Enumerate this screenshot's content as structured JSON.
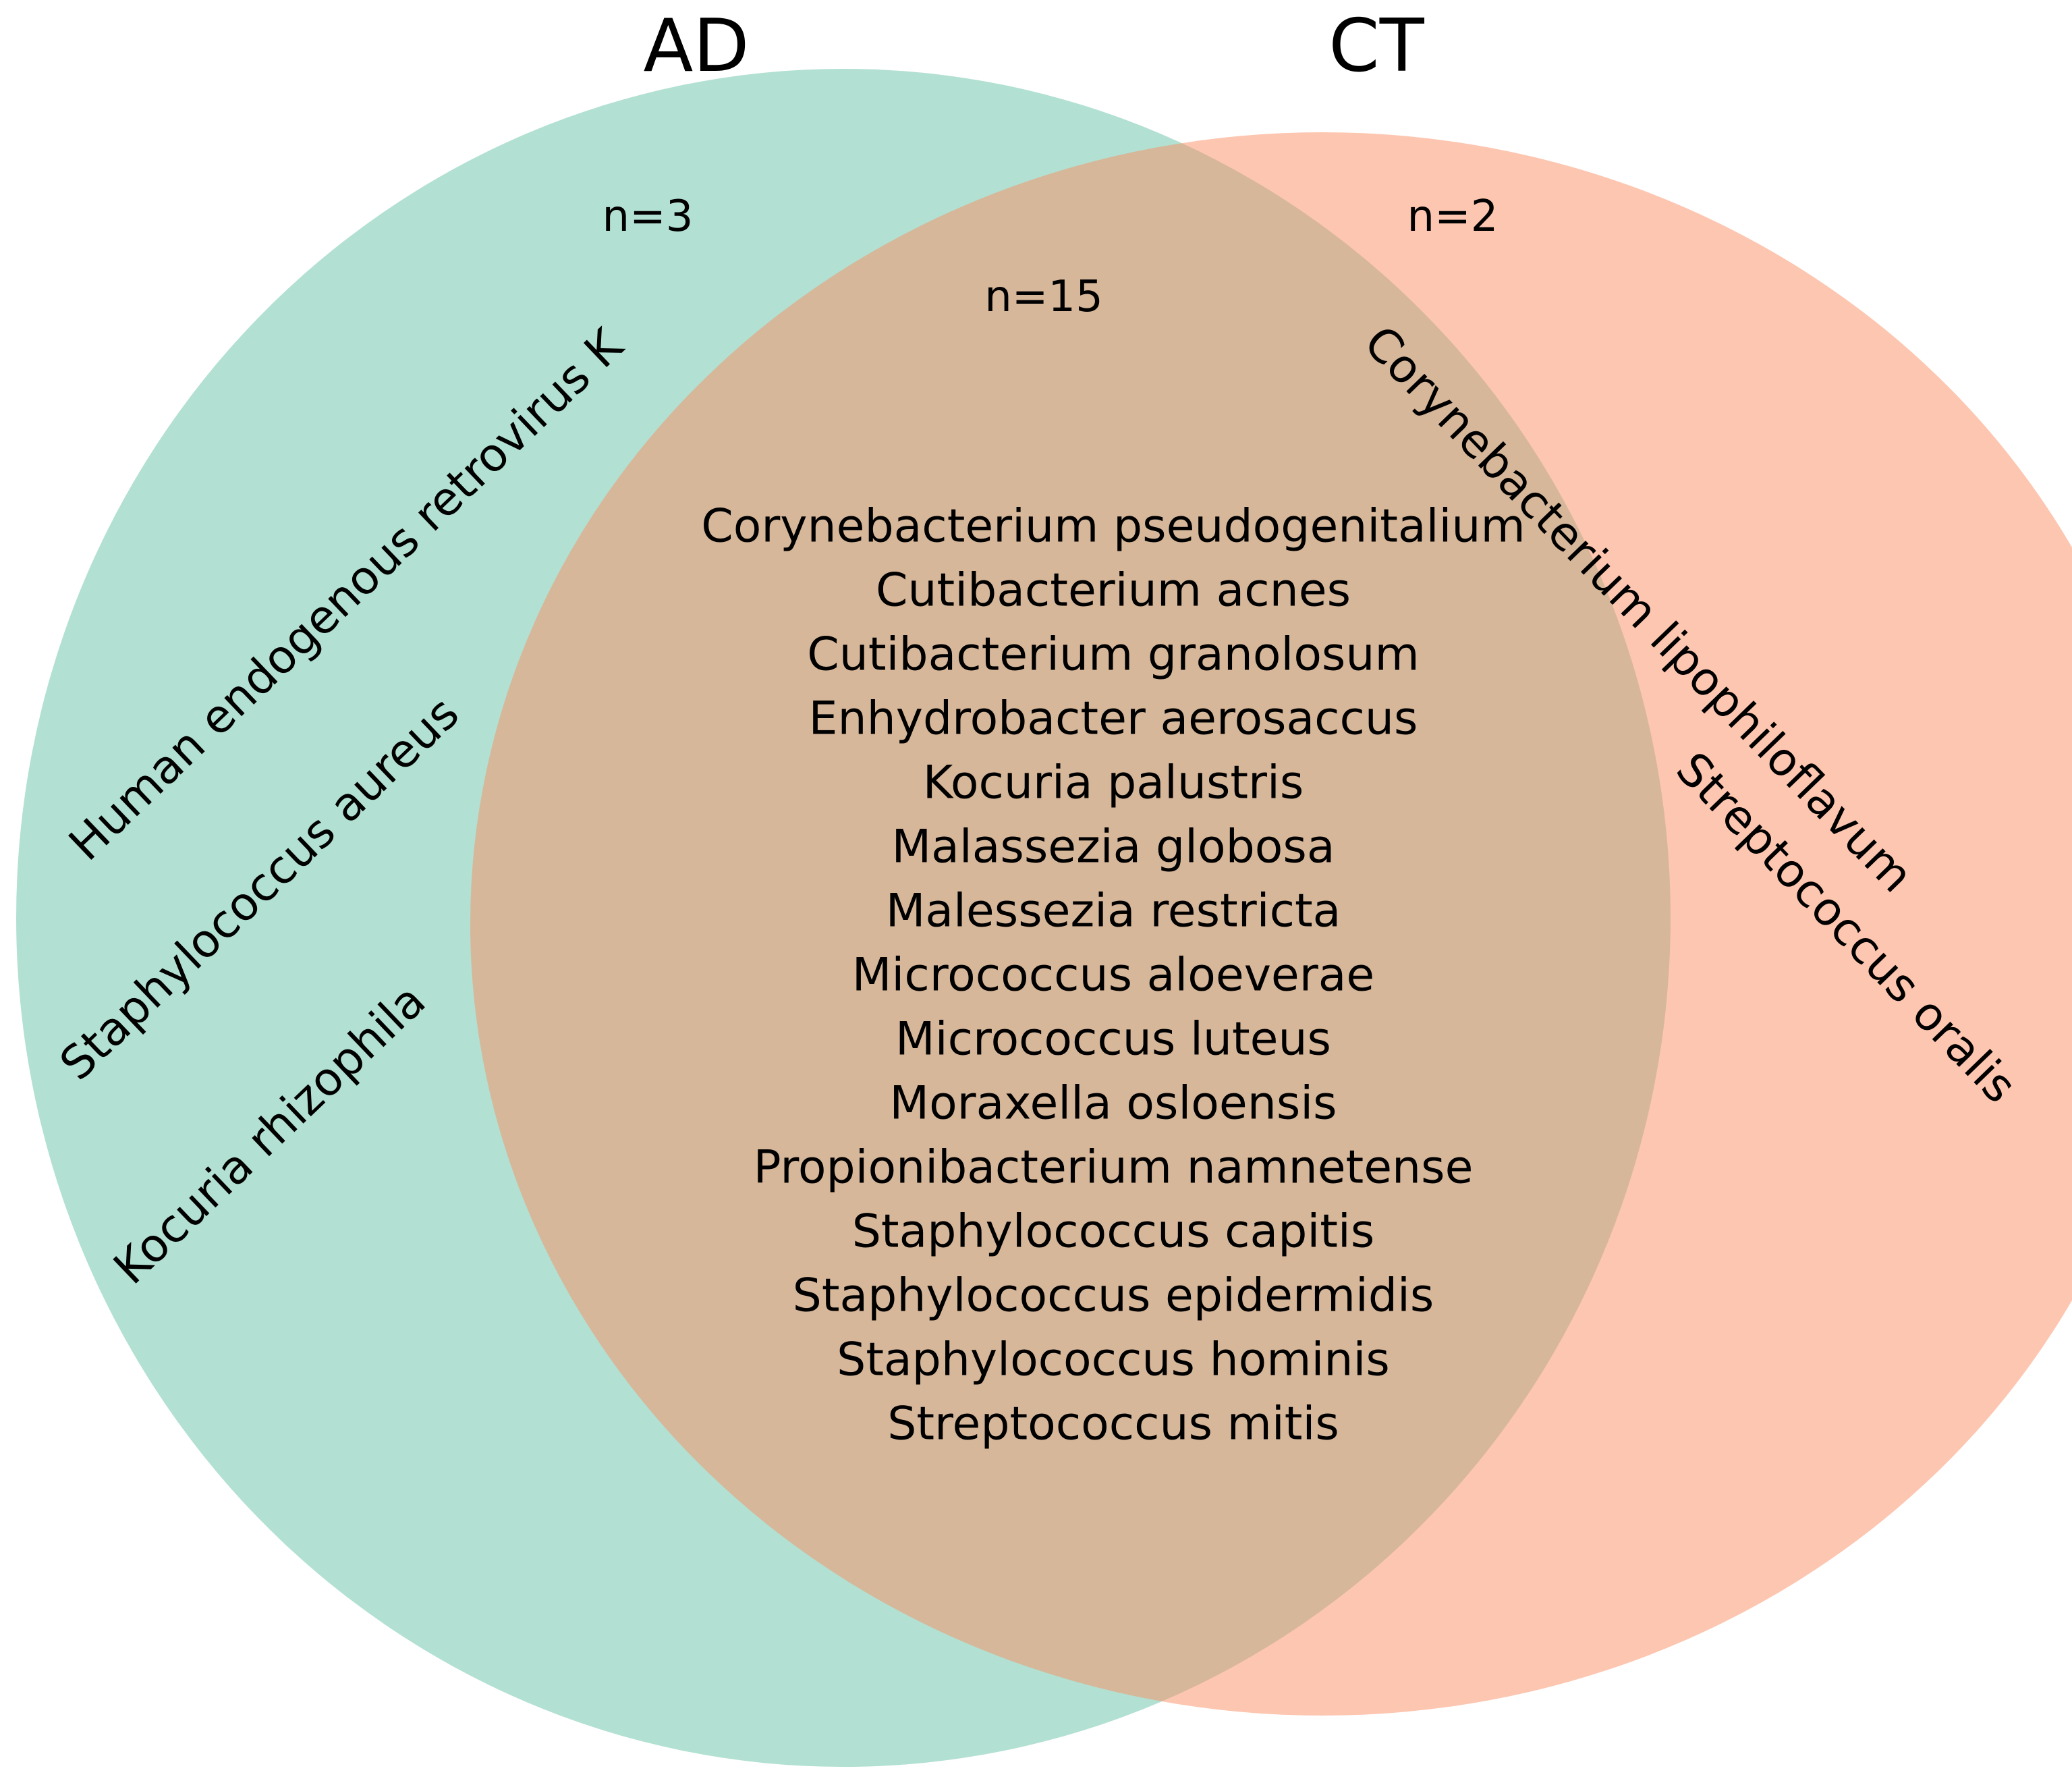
{
  "sets": [
    {
      "name": "AD",
      "color": "#66c2a5"
    },
    {
      "name": "CT",
      "color": "#fc8d62"
    }
  ],
  "regions": {
    "ad_only": {
      "count_label": "n=3",
      "items": [
        "Human endogenous retrovirus K",
        "Staphylococcus aureus",
        "Kocuria rhizophila"
      ]
    },
    "both": {
      "count_label": "n=15",
      "items": [
        "Corynebacterium pseudogenitalium",
        "Cutibacterium acnes",
        "Cutibacterium granolosum",
        "Enhydrobacter aerosaccus",
        "Kocuria palustris",
        "Malassezia globosa",
        "Malessezia restricta",
        "Micrococcus aloeverae",
        "Micrococcus luteus",
        "Moraxella osloensis",
        "Propionibacterium namnetense",
        "Staphylococcus capitis",
        "Staphylococcus epidermidis",
        "Staphylococcus hominis",
        "Streptococcus mitis"
      ]
    },
    "ct_only": {
      "count_label": "n=2",
      "items": [
        "Corynebacterium lipophiloflavum",
        "Streptococcus oralis"
      ]
    }
  }
}
